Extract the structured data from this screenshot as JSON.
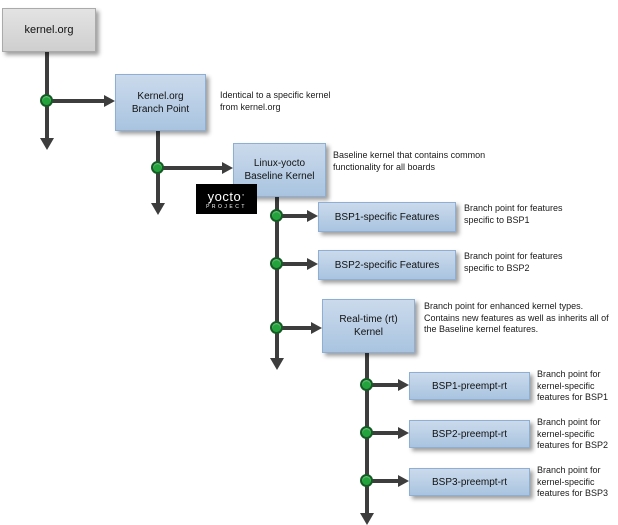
{
  "diagram": {
    "nodes": {
      "kernelorg": {
        "label": "kernel.org"
      },
      "branch_point": {
        "label": "Kernel.org\nBranch Point"
      },
      "linux_yocto": {
        "label": "Linux-yocto\nBaseline Kernel"
      },
      "bsp1_features": {
        "label": "BSP1-specific Features"
      },
      "bsp2_features": {
        "label": "BSP2-specific Features"
      },
      "rt_kernel": {
        "label": "Real-time (rt)\nKernel"
      },
      "bsp1_preempt": {
        "label": "BSP1-preempt-rt"
      },
      "bsp2_preempt": {
        "label": "BSP2-preempt-rt"
      },
      "bsp3_preempt": {
        "label": "BSP3-preempt-rt"
      }
    },
    "annotations": {
      "branch_point": "Identical to a specific kernel from kernel.org",
      "baseline": "Baseline kernel that contains common functionality for all boards",
      "bsp1": "Branch point for features specific to BSP1",
      "bsp2": "Branch point for features specific to BSP2",
      "rt": "Branch point for enhanced kernel types. Contains new features as well as inherits all of the Baseline kernel features.",
      "preempt1": "Branch point for kernel-specific features for BSP1",
      "preempt2": "Branch point for kernel-specific features for BSP2",
      "preempt3": "Branch point for kernel-specific features for BSP3"
    },
    "logo": {
      "word": "yocto",
      "dot": "·",
      "project": "PROJECT"
    },
    "colors": {
      "node_fill": "#b8cce4",
      "node_border": "#8fafd2",
      "gray_fill": "#d9d9d9",
      "line": "#3d3d3d",
      "dot_fill": "#24a33c",
      "dot_border": "#145c24",
      "logo_bg": "#000000"
    }
  }
}
